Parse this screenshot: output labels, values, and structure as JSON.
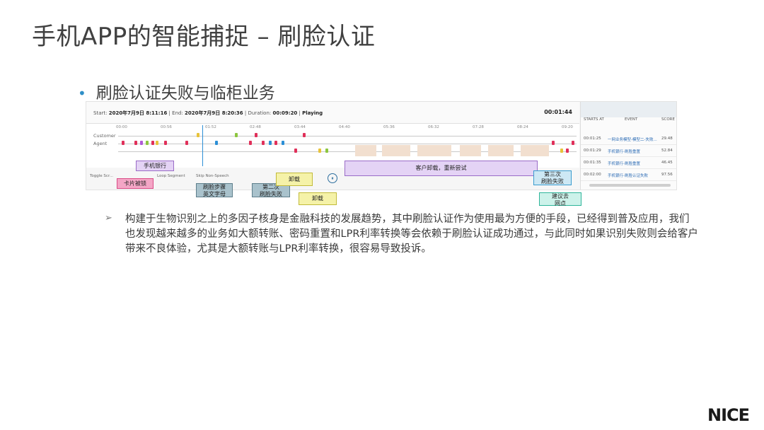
{
  "slide": {
    "title": "手机APP的智能捕捉 – 刷脸认证",
    "bullet": "刷脸认证失败与临柜业务",
    "body": "构建于生物识别之上的多因子核身是金融科技的发展趋势，其中刷脸认证作为使用最为方便的手段，已经得到普及应用，我们也发现越来越多的业务如大额转账、密码重置和LPR利率转换等会依赖于刷脸认证成功通过，与此同时如果识别失败则会给客户带来不良体验，尤其是大额转账与LPR利率转换，很容易导致投诉。",
    "logo": "NICE",
    "colors": {
      "accent_bullet": "#2f8fc7",
      "timeline_marker": "#e0305a",
      "hold_band": "#f2dfcf"
    }
  },
  "player": {
    "start_label": "Start:",
    "start_value": "2020年7月9日 8:11:16",
    "end_label": "End:",
    "end_value": "2020年7月9日 8:20:36",
    "duration_label": "Duration:",
    "duration_value": "00:09:20",
    "status": "Playing",
    "current_time": "00:01:44",
    "speakers": [
      "Customer",
      "Agent"
    ],
    "ticks": [
      "00:00",
      "00:56",
      "01:52",
      "02:48",
      "03:44",
      "04:40",
      "05:36",
      "06:32",
      "07:28",
      "08:24",
      "09:20"
    ],
    "controls": {
      "toggle": "Toggle Scr...",
      "loop": "Loop Segment",
      "skip": "Skip Non-Speech"
    }
  },
  "events": {
    "headers": [
      "STARTS AT",
      "EVENT",
      "SCORE"
    ],
    "rows": [
      {
        "time": "00:01:25",
        "event": "一网业务模型-模型二-失败...",
        "score": "29.48"
      },
      {
        "time": "00:01:29",
        "event": "手机银行-刷脸重置",
        "score": "52.84"
      },
      {
        "time": "00:01:35",
        "event": "手机银行-刷脸重置",
        "score": "46.45"
      },
      {
        "time": "00:02:00",
        "event": "手机银行-刷脸认证失败",
        "score": "97.56"
      }
    ]
  },
  "callouts": {
    "mobile_bank": "手机银行",
    "card_freeze": "卡片被锁",
    "face_steps_1": "刷脸步骤",
    "face_steps_2": "英文字母",
    "second_1": "第二次",
    "second_2": "刷脸失败",
    "uninstall_1": "卸载",
    "uninstall_2": "卸载",
    "customer_uninstall": "客户卸载，重新尝试",
    "third_1": "第三次",
    "third_2": "刷脸失败",
    "suggest_1": "建议去",
    "suggest_2": "网点"
  }
}
